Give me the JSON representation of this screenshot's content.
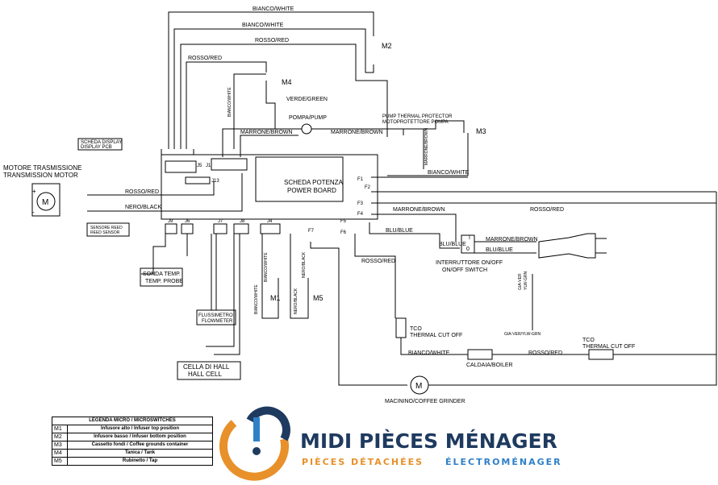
{
  "labels": {
    "wire_bianco_top": "BIANCO/WHITE",
    "wire_bianco_2": "BIANCO/WHITE",
    "wire_rosso_1": "ROSSO/RED",
    "wire_rosso_2": "ROSSO/RED",
    "m2": "M2",
    "m3": "M3",
    "m4": "M4",
    "m1": "M1",
    "m5": "M5",
    "bianco_white_vert": "BIANCO/WHITE",
    "verde_green": "VERDE/GREEN",
    "pompa": "POMPA/PUMP",
    "marrone_1": "MARRONE/BROWN",
    "marrone_2": "MARRONE/BROWN",
    "pump_protector_1": "PUMP THERMAL PROTECTOR",
    "pump_protector_2": "MOTOPROTETTORE POMPA",
    "marrone_vert": "MARRONE/BROWN",
    "scheda_display_1": "SCHEDA DISPLAY",
    "scheda_display_2": "DISPLAY PCB",
    "motore_1": "MOTORE TRASMISSIONE",
    "motore_2": "TRANSMISSION MOTOR",
    "motor_m": "M",
    "plus": "+",
    "minus": "-",
    "j5": "J5",
    "j1": "J1",
    "j13": "J13",
    "scheda_potenza_1": "SCHEDA POTENZA",
    "scheda_potenza_2": "POWER BOARD",
    "bianco_white_r": "BIANCO/WHITE",
    "rosso_red_motor": "ROSSO/RED",
    "nero_black": "NERO/BLACK",
    "f1": "F1",
    "f2": "F2",
    "f3": "F3",
    "f4": "F4",
    "f5": "F5",
    "f6": "F6",
    "f7": "F7",
    "marrone_f4": "MARRONE/BROWN",
    "rosso_f3": "ROSSO/RED",
    "blu_f6": "BLU/BLUE",
    "sensore_1": "SENSORE REED",
    "sensore_2": "REED SENSOR",
    "j9": "J9",
    "j6": "J6",
    "j7": "J7",
    "j8": "J8",
    "j4": "J4",
    "sonda_1": "SONDA TEMP.",
    "sonda_2": "TEMP. PROBE",
    "flussi_1": "FLUSSIMETRO",
    "flussi_2": "FLOWMETER",
    "hall_1": "CELLA DI HALL",
    "hall_2": "HALL CELL",
    "bianco_m1": "BIANCO/WHITE",
    "bianco_m1b": "BIANCO/WHITE",
    "nero_m5": "NERO/BLACK",
    "nero_m5b": "NERO/BLACK",
    "rosso_f7": "ROSSO/RED",
    "switch_i": "I",
    "switch_o": "0",
    "marrone_plug": "MARRONE/BROWN",
    "blu_plug": "BLU/BLUE",
    "blu_sw": "BLU/BLUE",
    "interr_1": "INTERRUTTORE ON/OFF",
    "interr_2": "ON/OFF SWITCH",
    "gialloverde_1": "GIA-VER",
    "gialloverde_2": "YLW-GRN",
    "gia_ver_ylw": "GIA-VER/YLW-GRN",
    "tco_1": "TCO",
    "tco_2": "THERMAL CUT OFF",
    "tco_3": "TCO",
    "tco_4": "THERMAL CUT OFF",
    "bianco_boiler": "BIANCO/WHITE",
    "rosso_boiler": "ROSSO/RED",
    "caldaia": "CALDAIA/BOILER",
    "macinino": "MACININO/COFFEE GRINDER",
    "grinder_m": "M"
  },
  "legend": {
    "title": "LEGENDA MICRO / MICROSWITCHES",
    "rows": [
      {
        "code": "M1",
        "desc": "Infusore alto / Infuser top position"
      },
      {
        "code": "M2",
        "desc": "Infusore basso / Infuser bottom position"
      },
      {
        "code": "M3",
        "desc": "Cassetto fondi / Coffee grounds container"
      },
      {
        "code": "M4",
        "desc": "Tanica / Tank"
      },
      {
        "code": "M5",
        "desc": "Rubinetto / Tap"
      }
    ]
  },
  "brand": {
    "name": "MIDI PIÈCES MÉNAGER",
    "tagline_1": "PIÈCES DÉTACHÉES",
    "tagline_2": "ÉLECTROMÉNAGER",
    "color_navy": "#1e3a5f",
    "color_orange": "#e8902a",
    "color_blue": "#2f80c8"
  }
}
